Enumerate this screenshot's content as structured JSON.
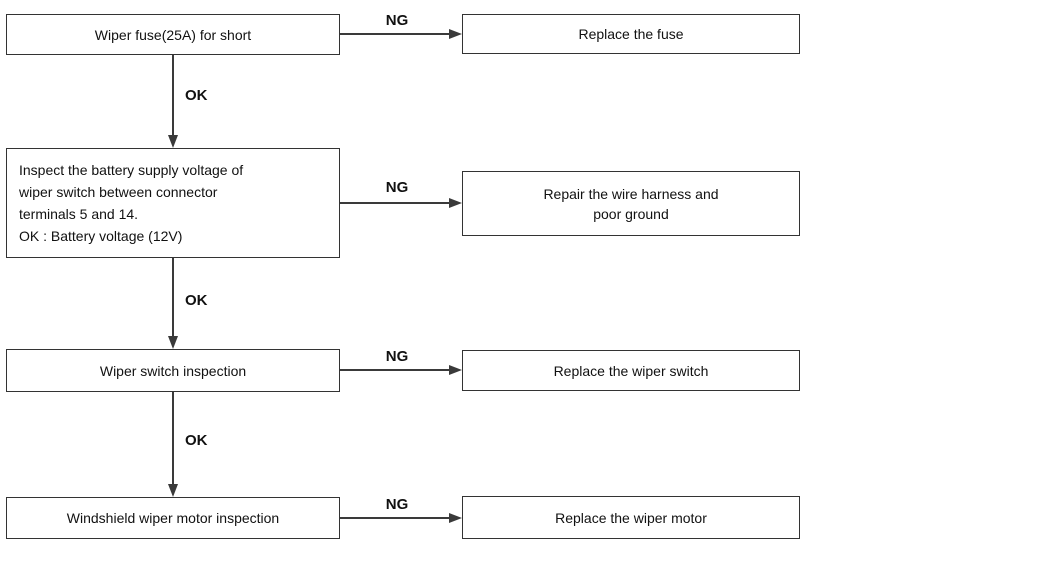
{
  "flowchart": {
    "steps": [
      {
        "check": "Wiper fuse(25A) for short",
        "ng_label": "NG",
        "ng_action": "Replace the fuse",
        "ok_label": "OK"
      },
      {
        "check": "Inspect the battery supply voltage of\nwiper switch between connector\nterminals 5 and 14.\nOK : Battery voltage (12V)",
        "ng_label": "NG",
        "ng_action": "Repair the wire harness and\npoor ground",
        "ok_label": "OK"
      },
      {
        "check": "Wiper switch inspection",
        "ng_label": "NG",
        "ng_action": "Replace the wiper switch",
        "ok_label": "OK"
      },
      {
        "check": "Windshield wiper motor inspection",
        "ng_label": "NG",
        "ng_action": "Replace the wiper motor"
      }
    ],
    "colors": {
      "line": "#3a3a3a",
      "border": "#333333",
      "text": "#111111",
      "background": "#ffffff"
    }
  }
}
